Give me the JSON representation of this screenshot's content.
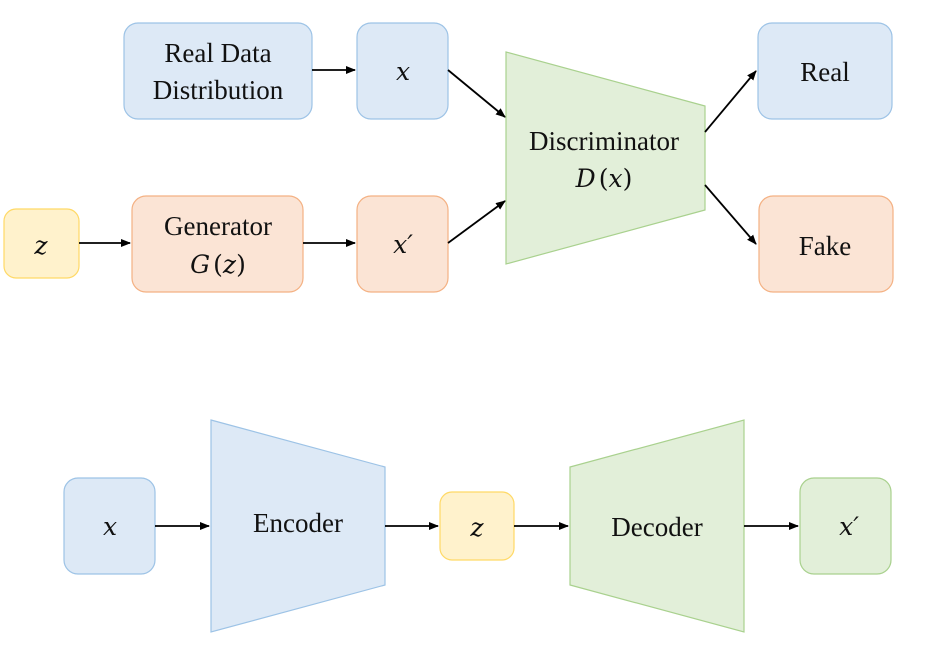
{
  "colors": {
    "blue_fill": "#dde9f6",
    "blue_stroke": "#9dc3e6",
    "orange_fill": "#fbe4d5",
    "orange_stroke": "#f4b183",
    "yellow_fill": "#fff2cc",
    "yellow_stroke": "#ffd966",
    "green_fill": "#e2efd9",
    "green_stroke": "#a9d18e",
    "arrow": "#000000"
  },
  "gan": {
    "real_data": {
      "line1": "Real Data",
      "line2": "Distribution"
    },
    "x": "x",
    "z": "z",
    "generator": {
      "label": "Generator",
      "formula_fn": "G",
      "formula_arg": "z"
    },
    "x_prime": "x′",
    "discriminator": {
      "label": "Discriminator",
      "formula_fn": "D",
      "formula_arg": "x"
    },
    "real": "Real",
    "fake": "Fake"
  },
  "autoencoder": {
    "x": "x",
    "encoder": "Encoder",
    "z": "z",
    "decoder": "Decoder",
    "x_prime": "x′"
  }
}
